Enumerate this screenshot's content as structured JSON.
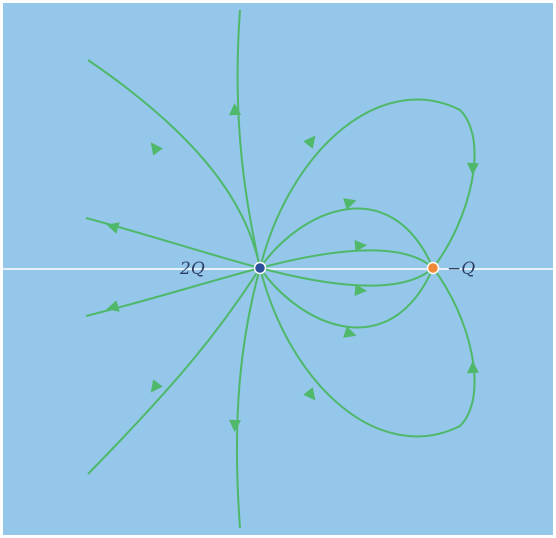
{
  "colors": {
    "background": "#94c7e9",
    "field_line": "#4fb86a",
    "axis": "#ffffff",
    "positive_charge": "#2c4f9c",
    "negative_charge": "#f0883a",
    "label": "#2c3e66"
  },
  "charges": {
    "positive": {
      "label": "2Q",
      "sign": "positive",
      "relative_magnitude": 2
    },
    "negative": {
      "label": "−Q",
      "sign": "negative",
      "relative_magnitude": -1
    }
  }
}
